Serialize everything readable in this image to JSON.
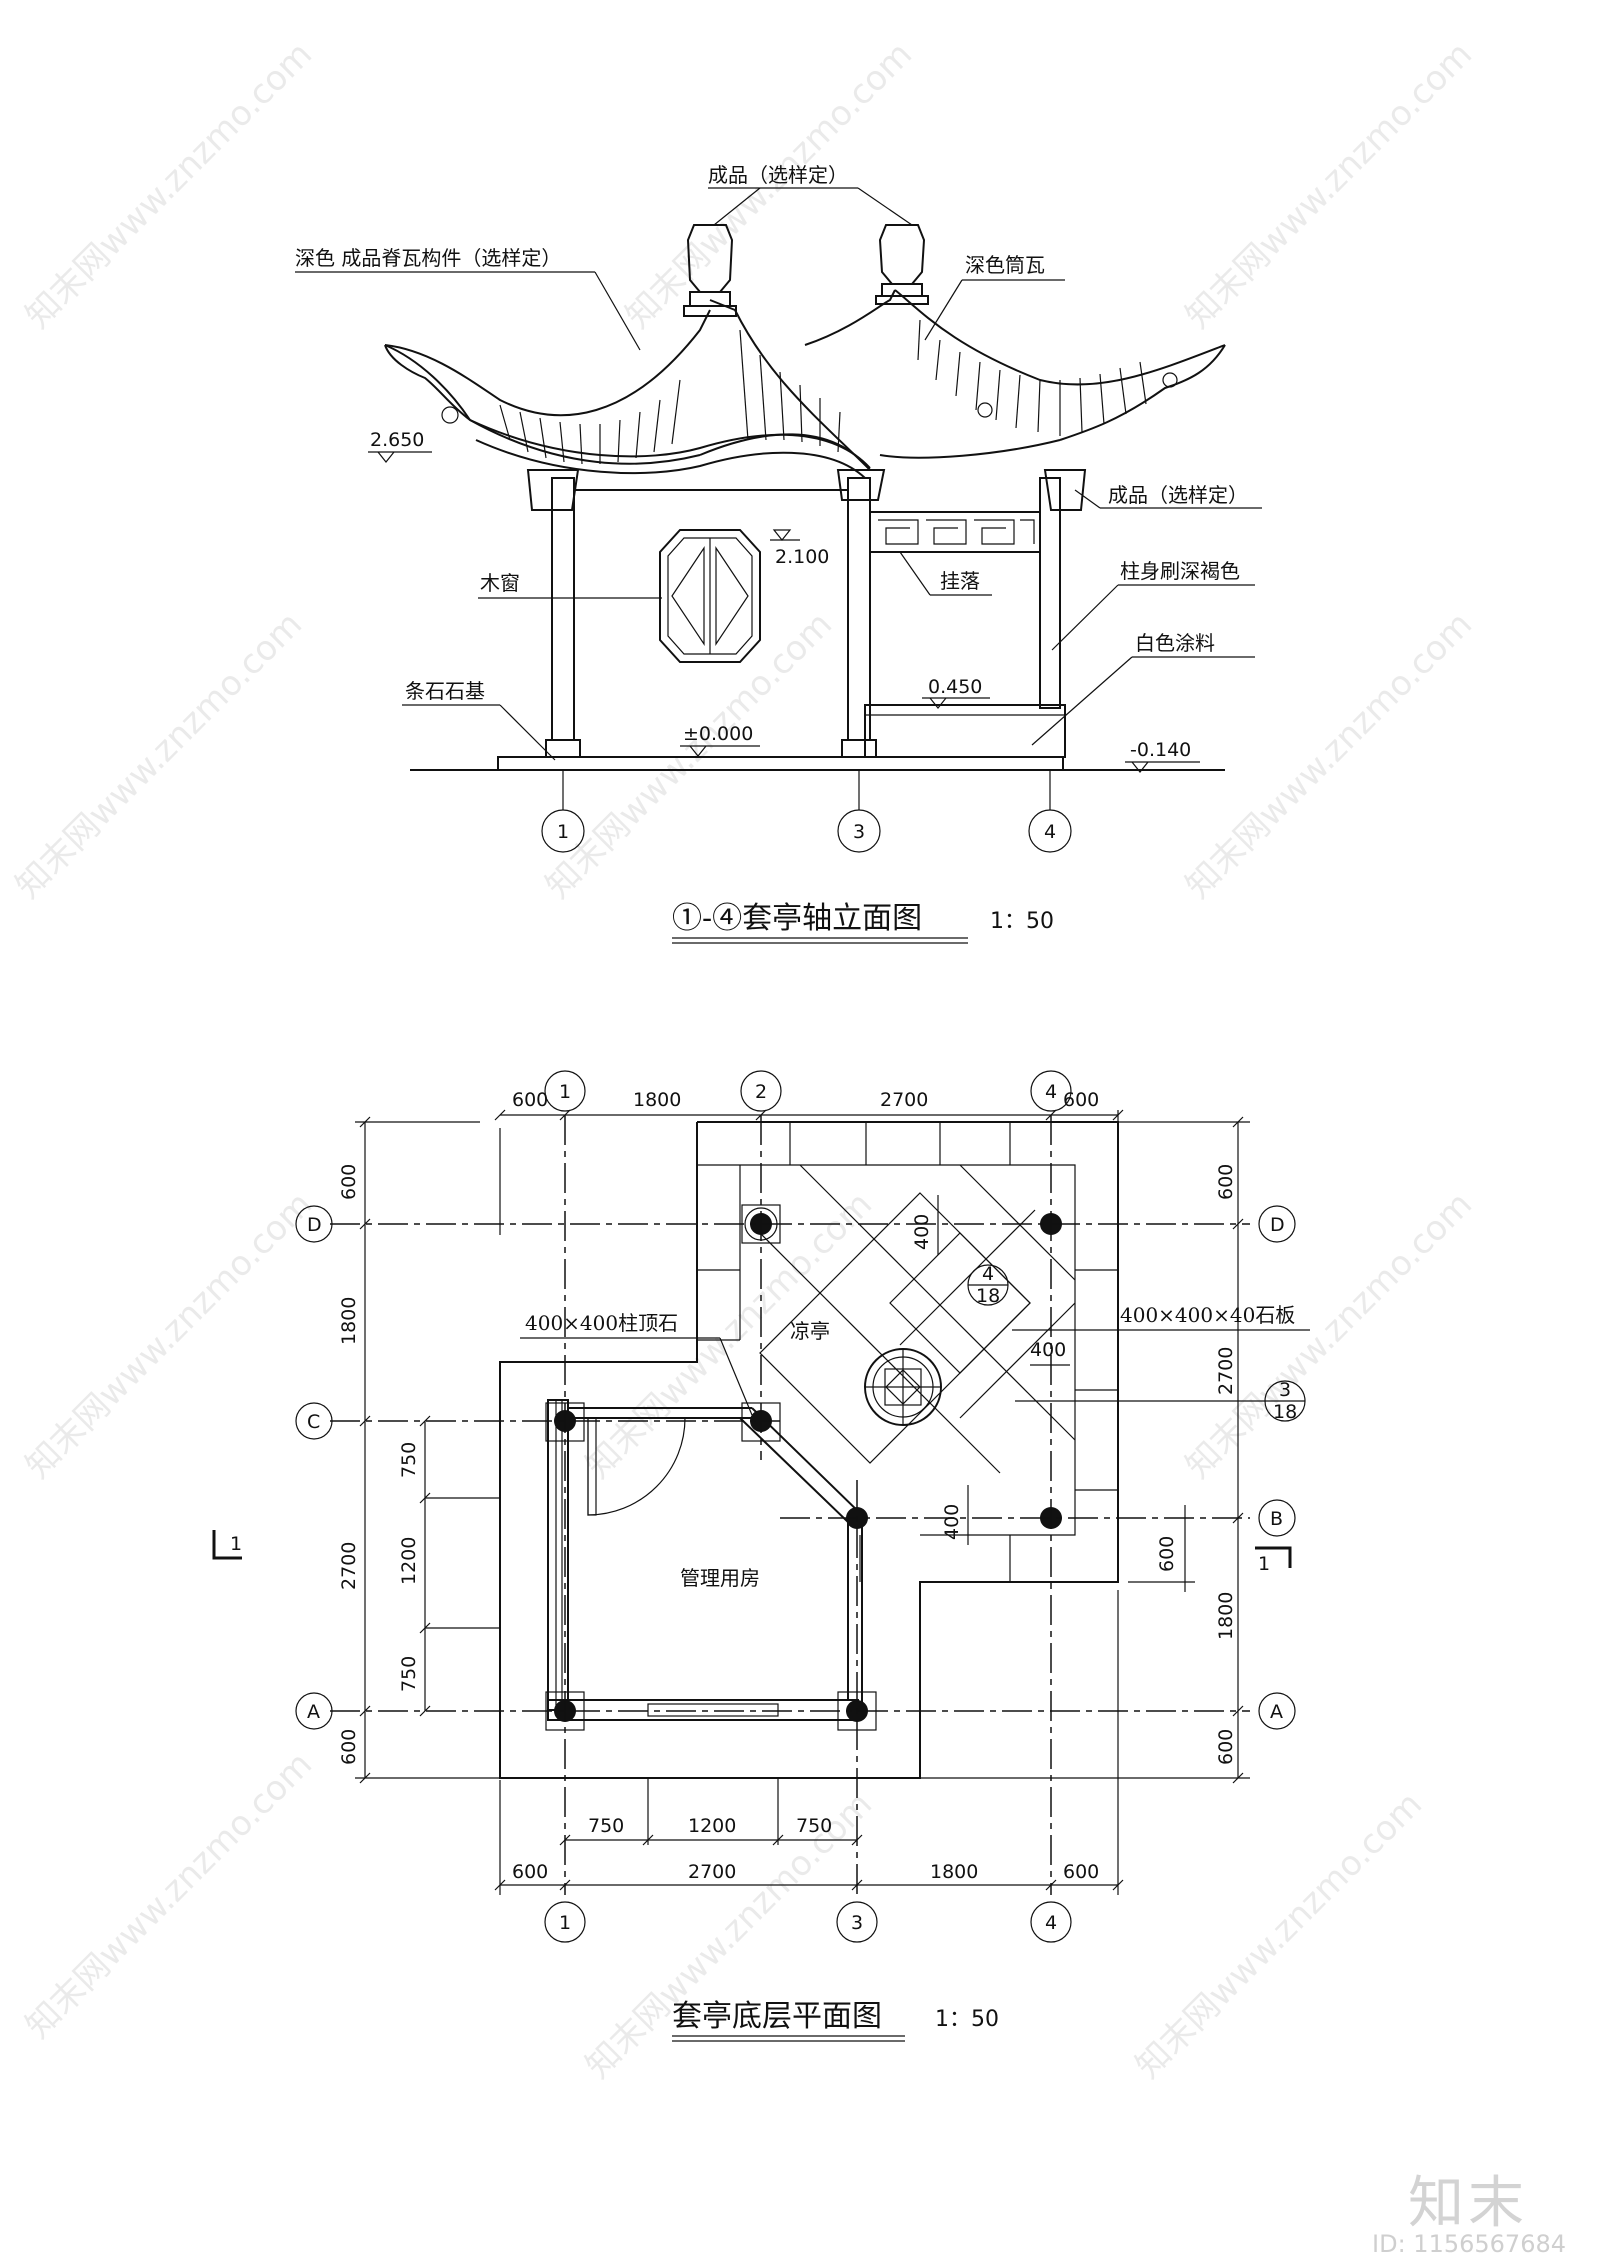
{
  "elevation": {
    "title": "①-④套亭轴立面图",
    "scale": "1：50",
    "labels": {
      "finished_product_top": "成品（选样定）",
      "ridge_tile": "深色 成品脊瓦构件（选样定）",
      "dark_tube_tile": "深色筒瓦",
      "finished_product_side": "成品（选样定）",
      "wood_window": "木窗",
      "hanging_lattice": "挂落",
      "column_paint": "柱身刷深褐色",
      "white_paint": "白色涂料",
      "stone_base": "条石石基"
    },
    "levels": {
      "eave": "2.650",
      "lintel": "2.100",
      "platform": "0.450",
      "ground": "±0.000",
      "outside": "-0.140"
    },
    "axes": [
      "1",
      "3",
      "4"
    ]
  },
  "plan": {
    "title": "套亭底层平面图",
    "scale": "1：50",
    "rooms": {
      "pavilion": "凉亭",
      "office": "管理用房"
    },
    "notes": {
      "column_stone": "400×400柱顶石",
      "stone_slab": "400×400×40石板",
      "detail_a_num": "4",
      "detail_a_sheet": "18",
      "detail_b_num": "3",
      "detail_b_sheet": "18",
      "section_mark": "1"
    },
    "top_axes": [
      "1",
      "2",
      "4"
    ],
    "bottom_axes": [
      "1",
      "3",
      "4"
    ],
    "left_axes": [
      "D",
      "C",
      "A"
    ],
    "right_axes": [
      "D",
      "B",
      "A"
    ],
    "top_dims": [
      "600",
      "1800",
      "2700",
      "600"
    ],
    "bottom_dims_inner": [
      "750",
      "1200",
      "750"
    ],
    "bottom_dims_outer": [
      "600",
      "2700",
      "1800",
      "600"
    ],
    "left_dims_outer": [
      "600",
      "1800",
      "2700",
      "600"
    ],
    "left_dims_inner": [
      "750",
      "1200",
      "750"
    ],
    "right_dims": [
      "600",
      "2700",
      "1800",
      "600"
    ],
    "right_small_dim": "600",
    "inner_dims": [
      "400",
      "400",
      "400"
    ]
  },
  "watermark": {
    "site": "知末网www.znzmo.com",
    "brand": "知末",
    "id": "ID: 1156567684"
  }
}
